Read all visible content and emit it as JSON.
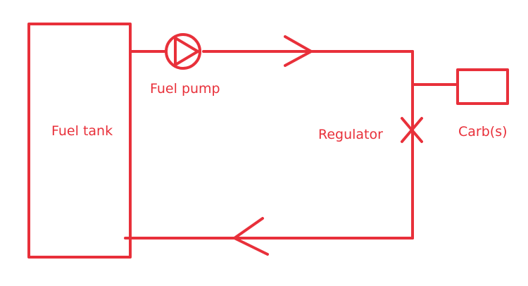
{
  "colors": {
    "line": "#e8303a",
    "text": "#e8303a",
    "background": "#ffffff"
  },
  "labels": {
    "fuel_tank": "Fuel tank",
    "fuel_pump": "Fuel pump",
    "regulator": "Regulator",
    "carbs": "Carb(s)"
  },
  "icons": {
    "pump": "pump-symbol-icon",
    "regulator": "x-mark-icon",
    "flow_forward": "arrowhead-right-icon",
    "flow_return": "arrowhead-left-icon"
  }
}
